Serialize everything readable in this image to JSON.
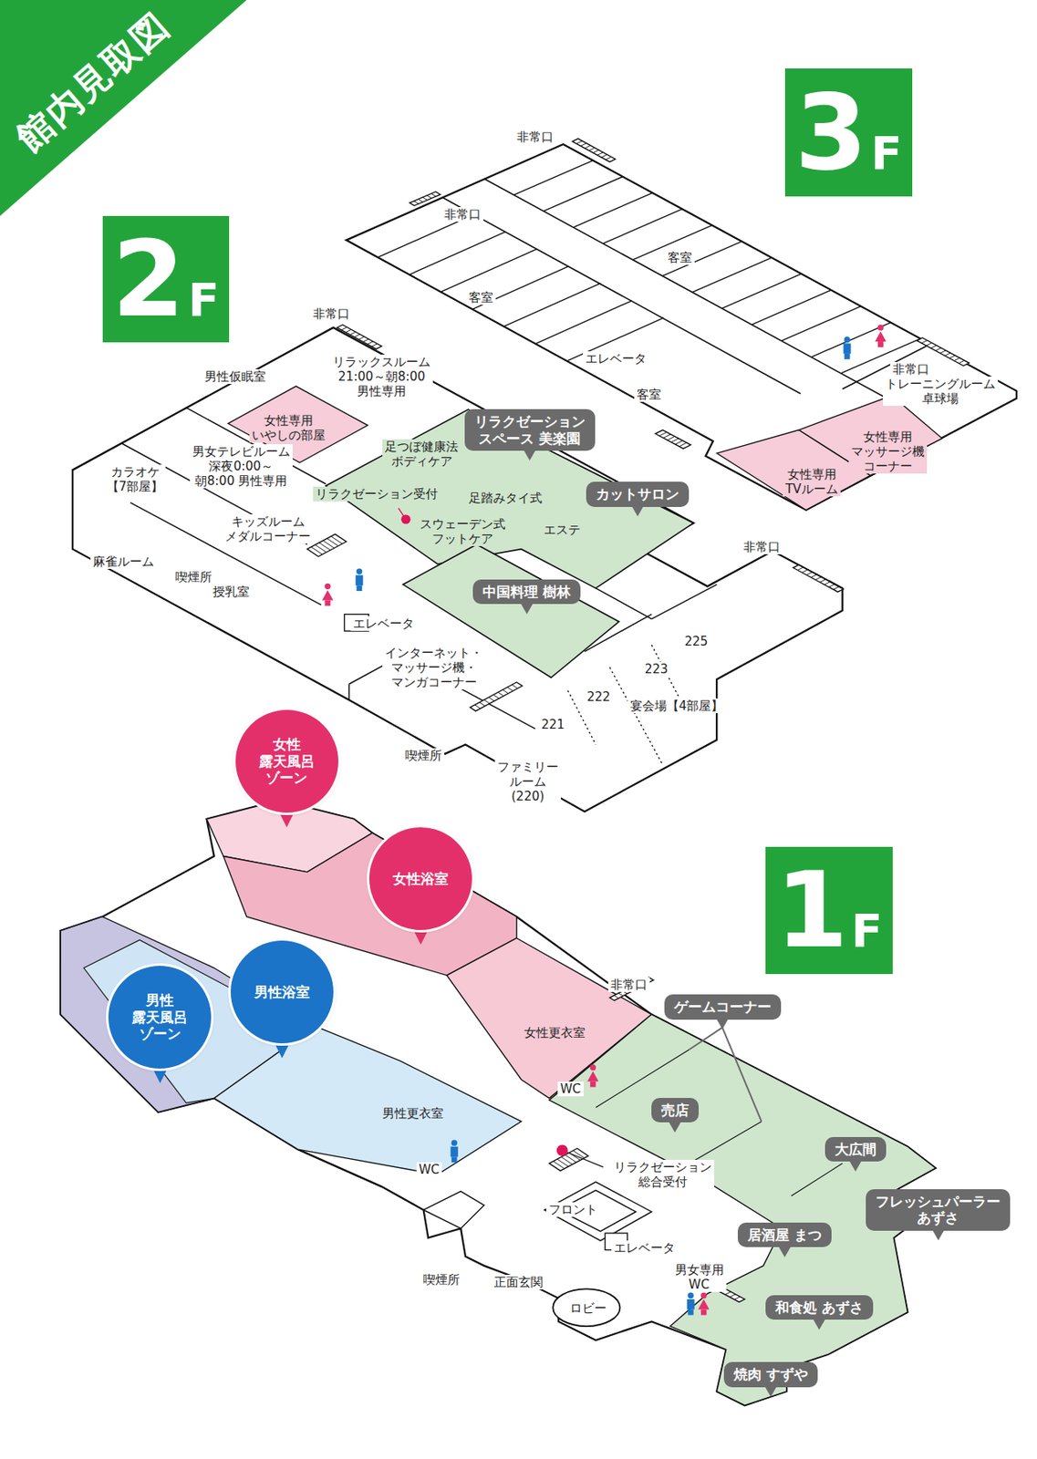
{
  "diagram": {
    "title": "館内見取図",
    "nodes": [
      {
        "text": [
          "3",
          "F"
        ]
      },
      {
        "text": [
          "2",
          "F"
        ]
      },
      {
        "text": [
          "リラクゼーション スペース 美楽園"
        ]
      },
      {
        "text": [
          "カットサロン"
        ]
      },
      {
        "text": [
          "中国料理 樹林"
        ]
      },
      {
        "text": [
          "女性 露天風呂 ゾーン"
        ]
      },
      {
        "text": [
          "1",
          "F"
        ]
      },
      {
        "text": [
          "女性浴室"
        ]
      },
      {
        "text": [
          "男性浴室"
        ]
      },
      {
        "text": [
          "ゲームコーナー"
        ]
      },
      {
        "text": [
          "男性 露天風呂 ゾーン"
        ]
      },
      {
        "text": [
          "売店"
        ]
      },
      {
        "text": [
          "大広間"
        ]
      },
      {
        "text": [
          "フレッシュパーラー あずさ"
        ]
      },
      {
        "text": [
          "居酒屋 まつ"
        ]
      },
      {
        "text": [
          "和食処 あずさ"
        ]
      },
      {
        "text": [
          "焼肉 すずや"
        ]
      }
    ],
    "labels": [
      "非常口",
      "非常口",
      "客室",
      "客室",
      "エレベータ",
      "客室",
      "非常口",
      "トレーニングルーム 卓球場",
      "女性専用 マッサージ機 コーナー",
      "女性専用 TVルーム",
      "非常口",
      "男性仮眠室",
      "リラックスルーム 21:00～朝8:00 男性専用",
      "女性専用 いやしの部屋",
      "足つぼ健康法 ボディケア",
      "男女テレビルーム 深夜0:00～朝8:00 男性専用",
      "カラオケ 【7部屋】",
      "リラクゼーション受付",
      "足踏みタイ式",
      "スウェーデン式 フットケア",
      "エステ",
      "キッズルーム メダルコーナー",
      "麻雀ルーム",
      "喫煙所",
      "授乳室",
      "エレベータ",
      "非常口",
      "225",
      "223",
      "222",
      "221",
      "宴会場【4部屋】",
      "インターネット・ マッサージ機・ マンガコーナー",
      "喫煙所",
      "ファミリー ルーム (220)",
      "非常口",
      "女性更衣室",
      "WC",
      "男性更衣室",
      "WC",
      "リラクゼーション 総合受付",
      "フロント",
      "エレベータ",
      "男女専用 WC",
      "喫煙所",
      "正面玄関",
      "ロビー"
    ]
  }
}
